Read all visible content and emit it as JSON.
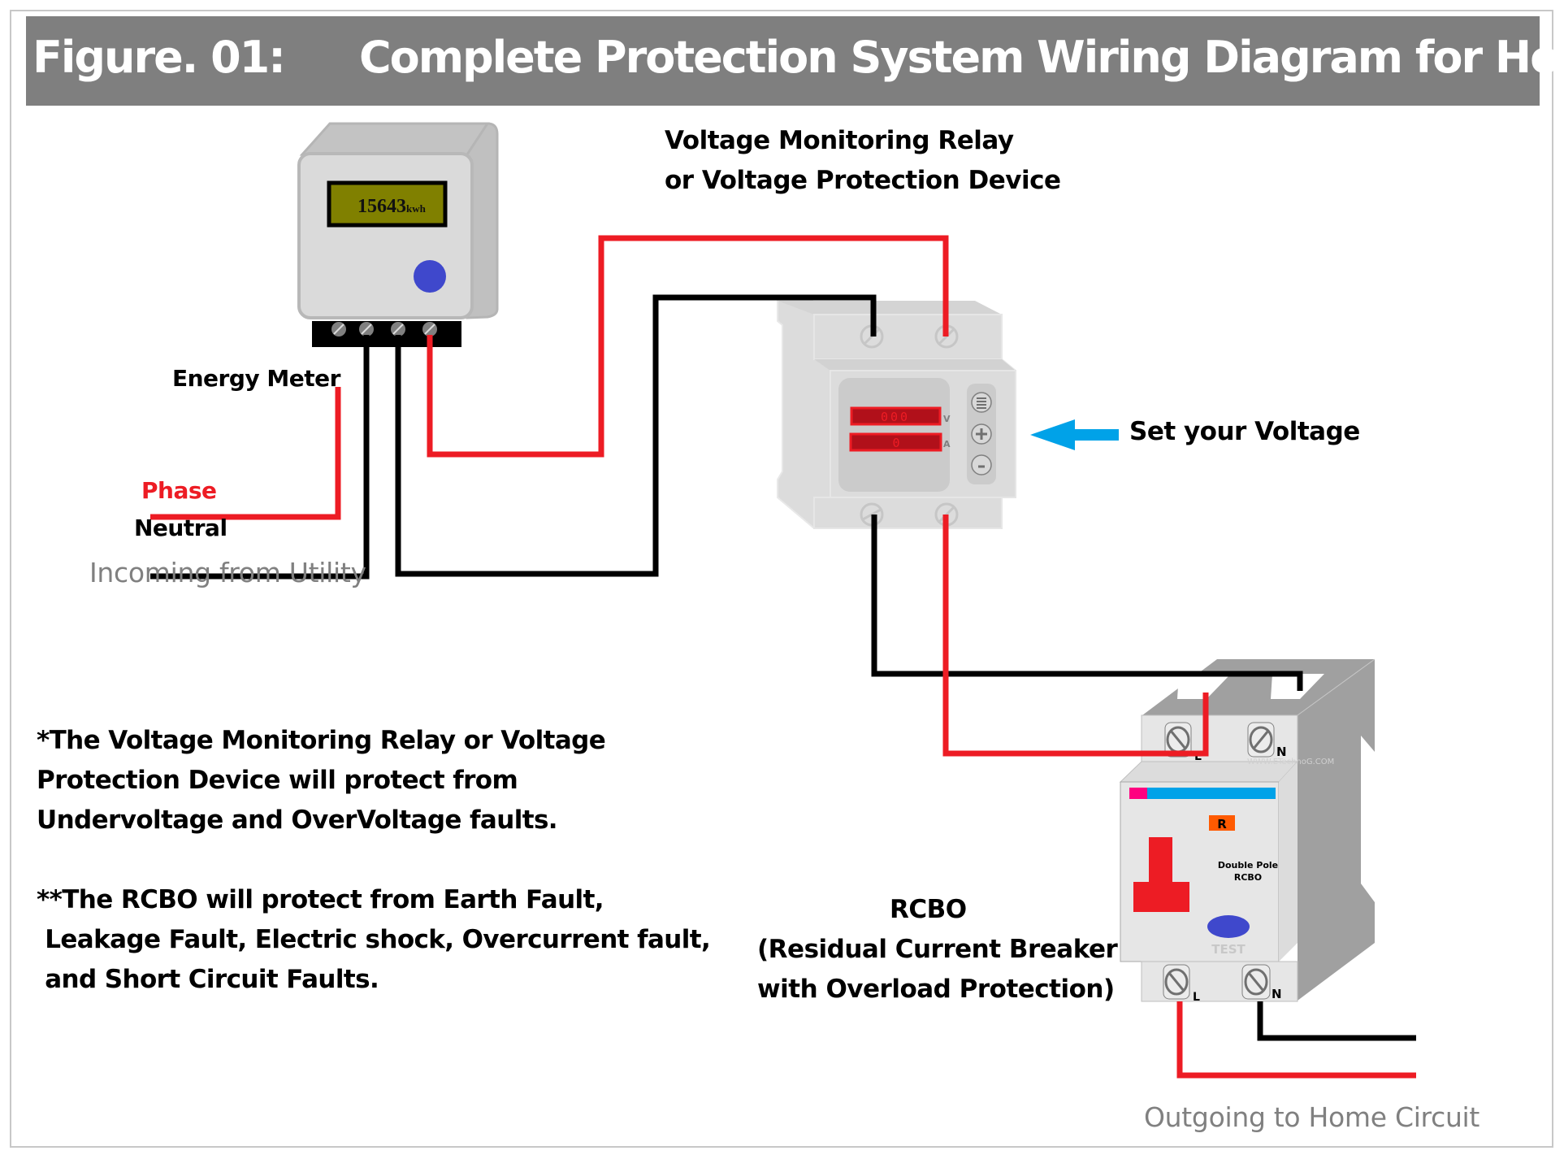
{
  "figure": {
    "number": "Figure. 01:",
    "title": "Complete Protection System Wiring Diagram for Home"
  },
  "energy_meter": {
    "label": "Energy Meter",
    "reading": "15643",
    "unit": "kwh"
  },
  "incoming": {
    "phase_label": "Phase",
    "neutral_label": "Neutral",
    "caption": "Incoming from Utility"
  },
  "relay": {
    "label_line1": "Voltage Monitoring Relay",
    "label_line2": "or Voltage Protection Device",
    "voltage_display": "000",
    "voltage_unit": "V",
    "current_display": "0",
    "current_unit": "A",
    "buttons": [
      {
        "name": "menu-icon",
        "glyph": "≡"
      },
      {
        "name": "plus-icon",
        "glyph": "+"
      },
      {
        "name": "minus-icon",
        "glyph": "-"
      }
    ],
    "set_voltage_label": "Set your Voltage"
  },
  "rcbo": {
    "label_line1": "RCBO",
    "label_line2": "(Residual Current Breaker",
    "label_line3": "with Overload Protection)",
    "badge": "R",
    "device_text_line1": "Double Pole",
    "device_text_line2": "RCBO",
    "test_label": "TEST",
    "terminal_l": "L",
    "terminal_n": "N",
    "watermark": "WWW.ETechnoG.COM"
  },
  "outgoing": {
    "caption": "Outgoing to Home Circuit"
  },
  "notes": {
    "note1_line1": "*The Voltage Monitoring Relay or Voltage",
    "note1_line2": "Protection Device  will protect from",
    "note1_line3": "Undervoltage and OverVoltage faults.",
    "note2_line1": "**The RCBO will protect from Earth Fault,",
    "note2_line2": " Leakage Fault, Electric shock, Overcurrent fault,",
    "note2_line3": " and Short Circuit Faults."
  },
  "colors": {
    "phase_wire": "#ed1c24",
    "neutral_wire": "#000000",
    "arrow": "#00a2e8",
    "header_bg": "#7f7f7f",
    "meter_display": "#808000",
    "test_button": "#3f48cc",
    "rcbo_badge": "#ff5a00",
    "rcbo_stripe_pink": "#ff0080",
    "rcbo_stripe_blue": "#00a2e8"
  }
}
